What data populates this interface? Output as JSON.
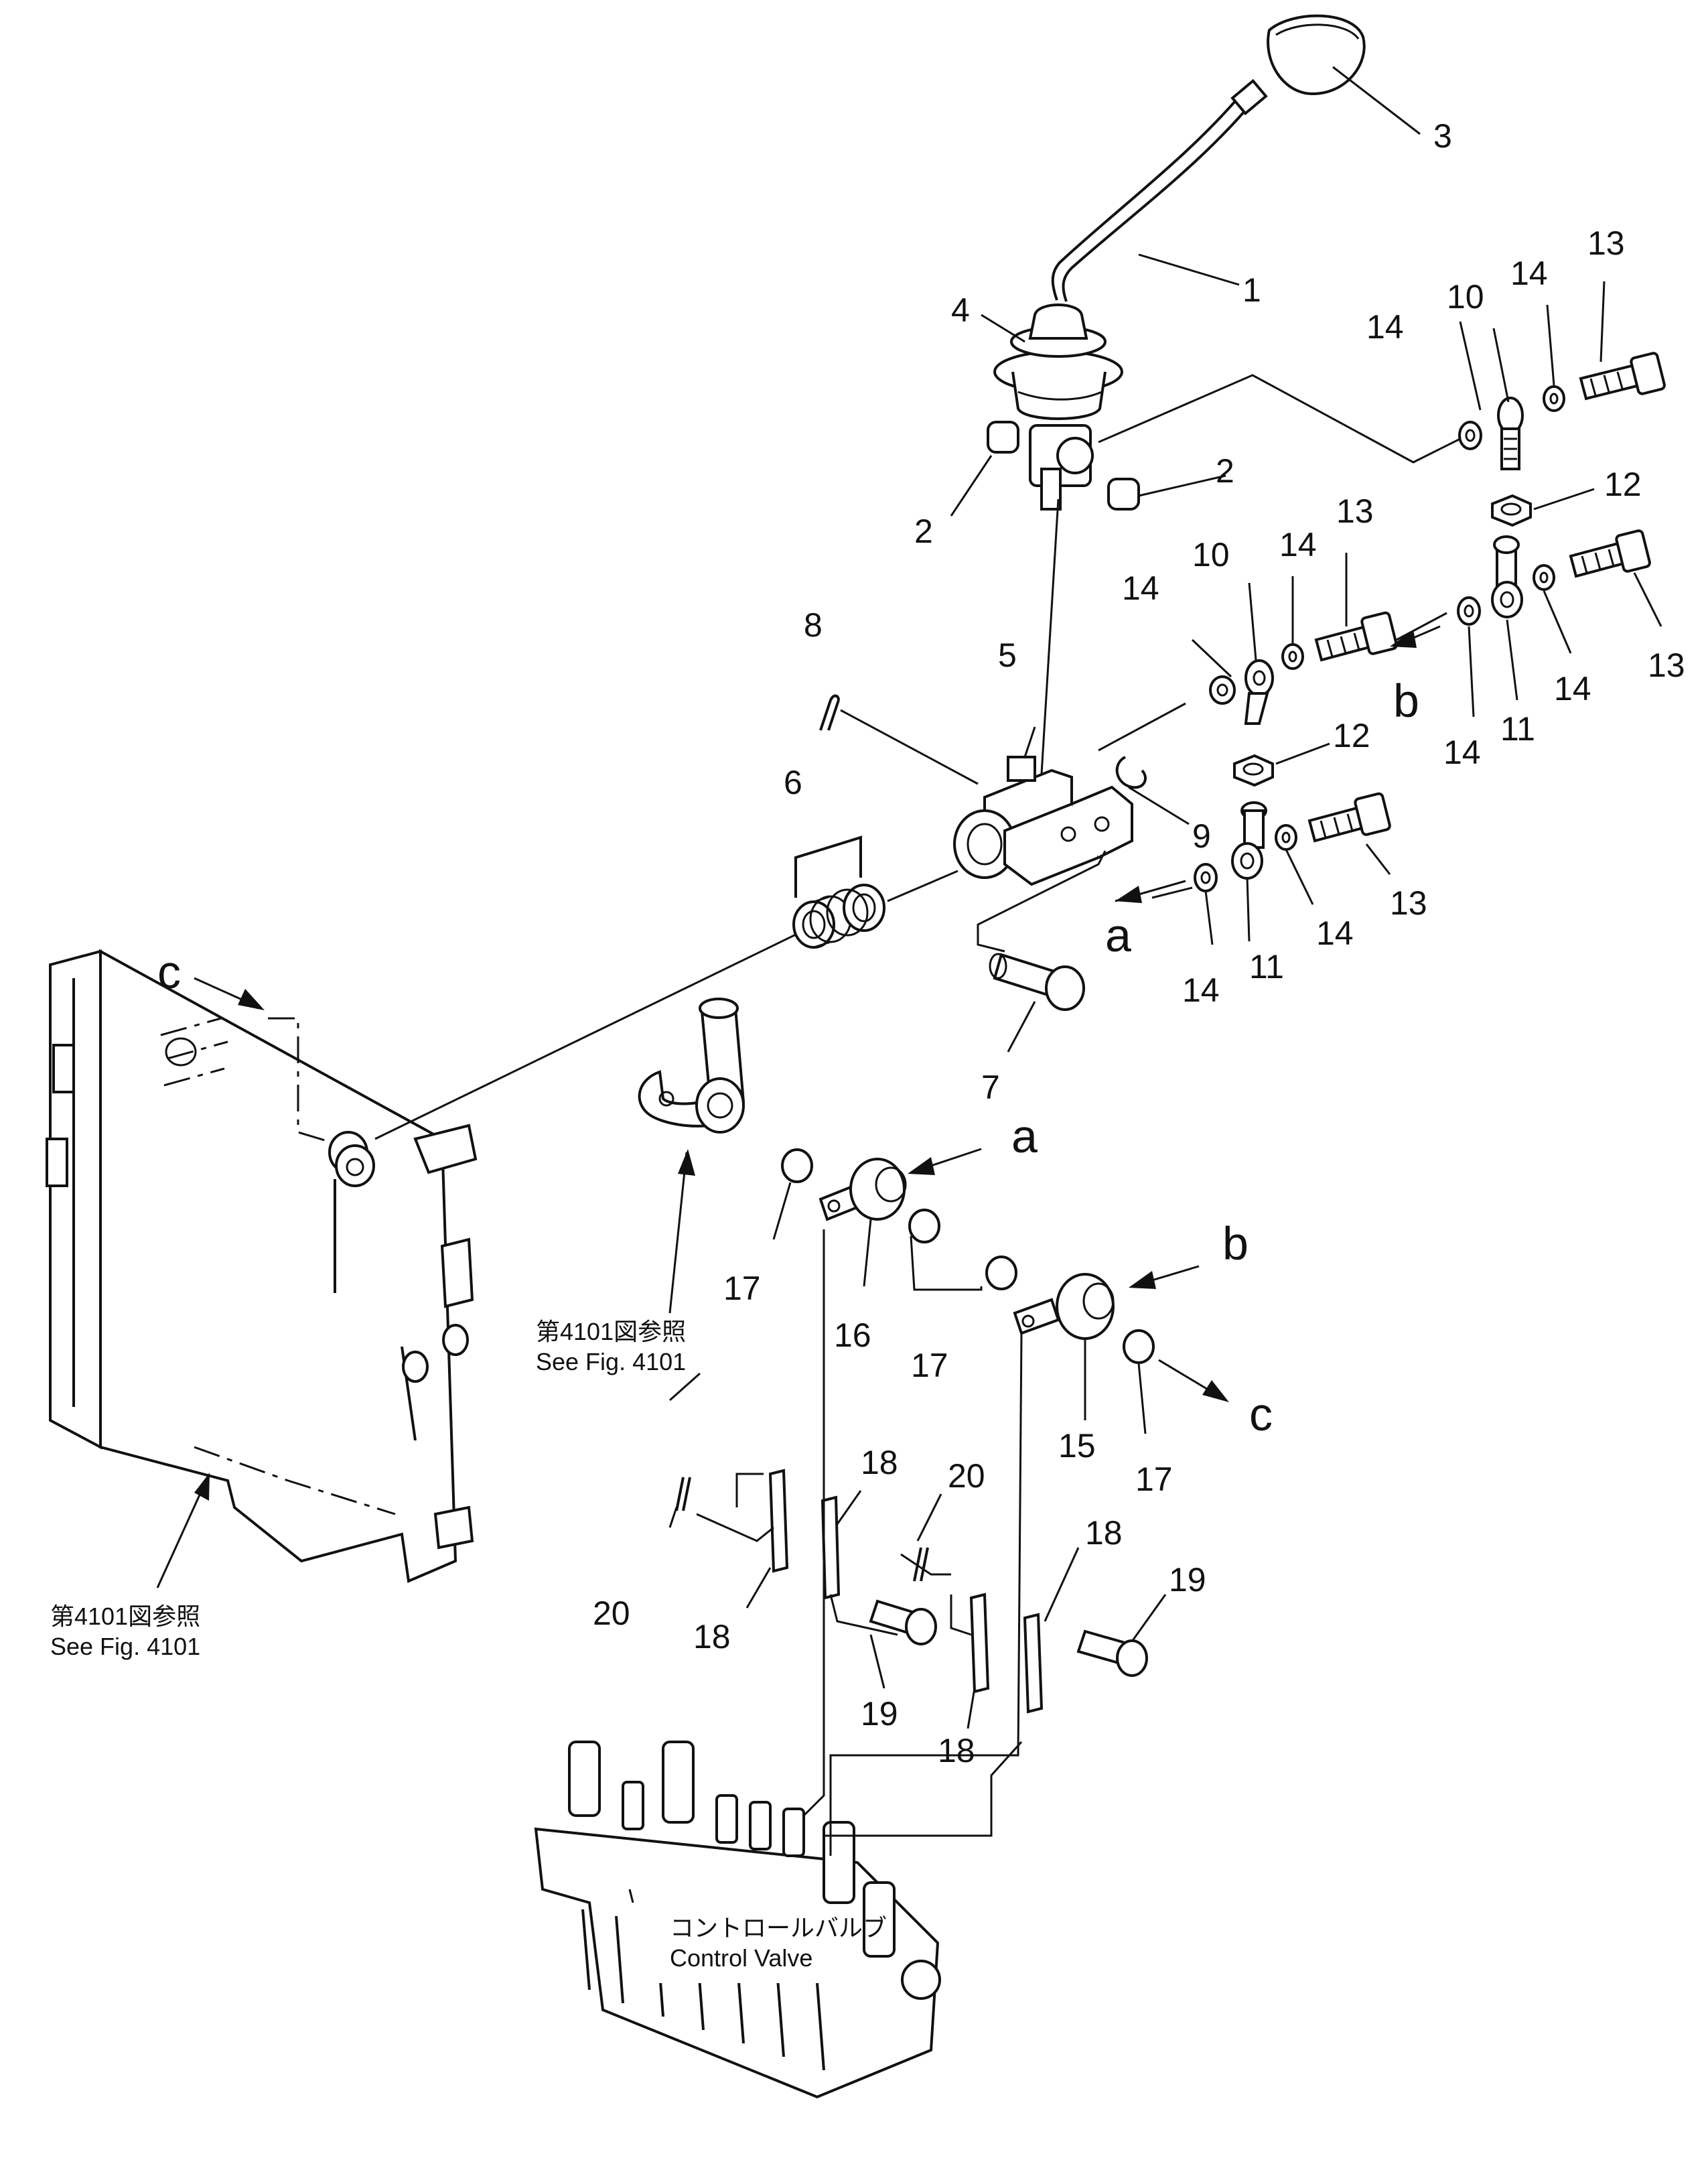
{
  "callouts": {
    "n1": "1",
    "n2a": "2",
    "n2b": "2",
    "n3": "3",
    "n4": "4",
    "n5": "5",
    "n6": "6",
    "n7": "7",
    "n8": "8",
    "n9": "9",
    "n10a": "10",
    "n10b": "10",
    "n11a": "11",
    "n11b": "11",
    "n12a": "12",
    "n12b": "12",
    "n13a": "13",
    "n13b": "13",
    "n13c": "13",
    "n13d": "13",
    "n14a": "14",
    "n14b": "14",
    "n14c": "14",
    "n14d": "14",
    "n14e": "14",
    "n14f": "14",
    "n14g": "14",
    "n14h": "14",
    "n15": "15",
    "n16": "16",
    "n17a": "17",
    "n17b": "17",
    "n17c": "17",
    "n18a": "18",
    "n18b": "18",
    "n18c": "18",
    "n18d": "18",
    "n19a": "19",
    "n19b": "19",
    "n20a": "20",
    "n20b": "20"
  },
  "refs": {
    "a1": "a",
    "a2": "a",
    "b1": "b",
    "b2": "b",
    "c1": "c",
    "c2": "c"
  },
  "notes": {
    "see_fig_jp_1": "第4101図参照",
    "see_fig_en_1": "See Fig. 4101",
    "see_fig_jp_2": "第4101図参照",
    "see_fig_en_2": "See Fig. 4101",
    "control_valve_jp": "コントロールバルブ",
    "control_valve_en": "Control Valve"
  }
}
